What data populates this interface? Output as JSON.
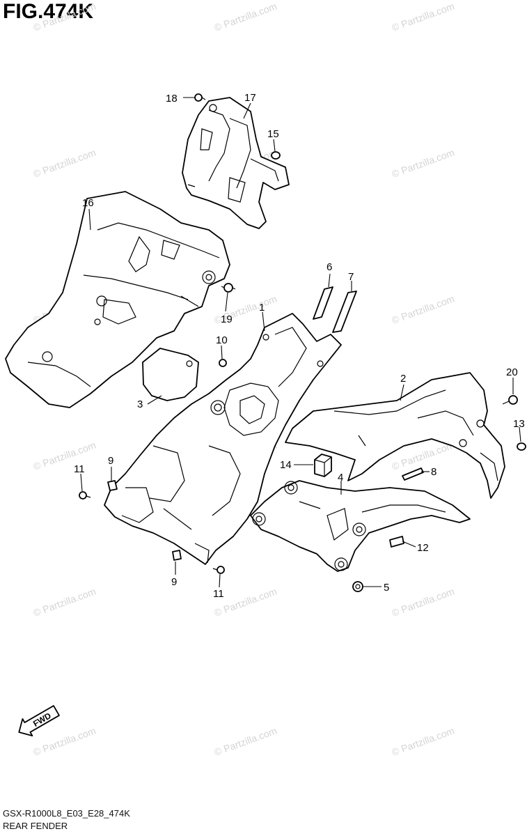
{
  "figure": {
    "title": "FIG.474K",
    "footer_code": "GSX-R1000L8_E03_E28_474K",
    "footer_name": "REAR FENDER"
  },
  "watermark": "© Partzilla.com",
  "fwd_label": "FWD",
  "callouts": [
    "18",
    "17",
    "15",
    "16",
    "6",
    "7",
    "1",
    "19",
    "10",
    "2",
    "20",
    "13",
    "3",
    "14",
    "8",
    "4",
    "11",
    "9",
    "12",
    "9",
    "11",
    "5"
  ]
}
